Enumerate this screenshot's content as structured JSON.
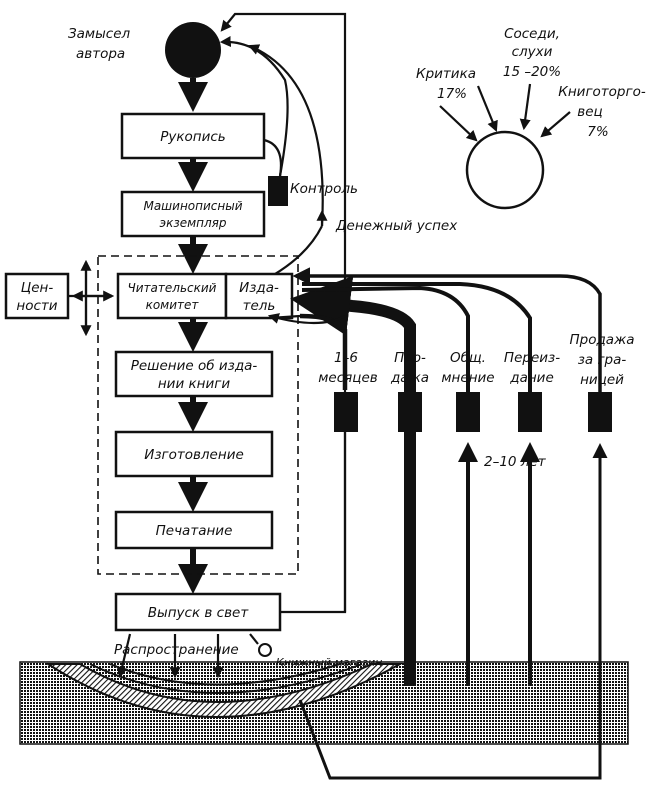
{
  "diagram": {
    "author_idea": [
      "Замысел",
      "автора"
    ],
    "manuscript": "Рукопись",
    "typescript": [
      "Машинописный",
      "экземпляр"
    ],
    "control": "Контроль",
    "money_success": "Денежный успех",
    "values": [
      "Цен-",
      "ности"
    ],
    "readers_committee": [
      "Читательский",
      "комитет"
    ],
    "publisher": [
      "Изда-",
      "тель"
    ],
    "publish_decision": [
      "Решение об изда-",
      "нии книги"
    ],
    "production": "Изготовление",
    "printing": "Печатание",
    "release": "Выпуск в свет",
    "distribution": "Распространение",
    "bookshop": "Книжный магазин",
    "feedback_columns": [
      [
        "1–6",
        "месяцев"
      ],
      [
        "Про-",
        "дажа"
      ],
      [
        "Общ.",
        "мнение"
      ],
      [
        "Переиз-",
        "дание"
      ],
      [
        "Продажа",
        "за гра-",
        "ницей"
      ]
    ],
    "period_years": "2–10 лет",
    "influences": {
      "critics": [
        "Критика",
        "17%"
      ],
      "neighbours": [
        "Соседи,",
        "слухи",
        "15 –20%"
      ],
      "bookseller": [
        "Книготорго-",
        "вец",
        "7%"
      ]
    }
  }
}
